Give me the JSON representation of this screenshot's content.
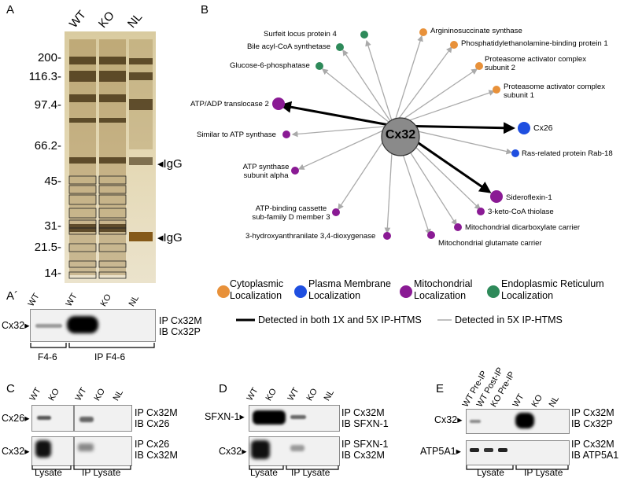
{
  "panelA": {
    "letter": "A",
    "lanes": [
      "WT",
      "KO",
      "NL"
    ],
    "mw": [
      "200-",
      "116.3-",
      "97.4-",
      "66.2-",
      "45-",
      "31-",
      "21.5-",
      "14-"
    ],
    "igg_top": "IgG",
    "igg_bottom": "IgG"
  },
  "panelA2": {
    "letter": "A´",
    "lanes": [
      "WT",
      "WT",
      "KO",
      "NL"
    ],
    "row_label": "Cx32",
    "ip_lines": [
      "IP Cx32M",
      "IB Cx32P"
    ],
    "bottom": [
      "F4-6",
      "IP F4-6"
    ]
  },
  "panelB": {
    "letter": "B",
    "center": "Cx32",
    "nodes": {
      "surfeit": "Surfeit locus protein 4",
      "bile": "Bile acyl-CoA synthetase",
      "g6p": "Glucose-6-phosphatase",
      "ant2": "ATP/ADP translocase 2",
      "simatp": "Similar to ATP synthase",
      "atpalpha1": "ATP synthase",
      "atpalpha2": "subunit alpha",
      "abc1": "ATP-binding cassette",
      "abc2": "sub-family D member 3",
      "haao": "3-hydroxyanthranilate 3,4-dioxygenase",
      "argsyn": "Argininosuccinate synthase",
      "pebp": "Phosphatidylethanolamine-binding protein 1",
      "psme2a": "Proteasome activator complex",
      "psme2b": "subunit 2",
      "psme1a": "Proteasome activator complex",
      "psme1b": "subunit 1",
      "cx26": "Cx26",
      "rab18": "Ras-related protein Rab-18",
      "sfxn1": "Sideroflexin-1",
      "thiolase": "3-keto-CoA thiolase",
      "dic": "Mitochondrial dicarboxylate carrier",
      "glu": "Mitochondrial glutamate carrier"
    },
    "legend": [
      {
        "l1": "Cytoplasmic",
        "l2": "Localization",
        "color": "#e8913a"
      },
      {
        "l1": "Plasma Membrane",
        "l2": "Localization",
        "color": "#1f4fe0"
      },
      {
        "l1": "Mitochondrial",
        "l2": "Localization",
        "color": "#8a1a94"
      },
      {
        "l1": "Endoplasmic Reticulum",
        "l2": "Localization",
        "color": "#2e8a5a"
      }
    ],
    "line_legend": [
      "Detected in both 1X and 5X IP-HTMS",
      "Detected in 5X IP-HTMS"
    ]
  },
  "panelC": {
    "letter": "C",
    "lanes": [
      "WT",
      "KO",
      "WT",
      "KO",
      "NL"
    ],
    "row1": "Cx26",
    "row2": "Cx32",
    "ip1": [
      "IP Cx32M",
      "IB Cx26"
    ],
    "ip2": [
      "IP Cx26",
      "IB Cx32M"
    ],
    "bottom": [
      "Lysate",
      "IP Lysate"
    ]
  },
  "panelD": {
    "letter": "D",
    "lanes": [
      "WT",
      "KO",
      "WT",
      "KO",
      "NL"
    ],
    "row1": "SFXN-1",
    "row2": "Cx32",
    "ip1": [
      "IP Cx32M",
      "IB SFXN-1"
    ],
    "ip2": [
      "IP SFXN-1",
      "IB Cx32M"
    ],
    "bottom": [
      "Lysate",
      "IP Lysate"
    ]
  },
  "panelE": {
    "letter": "E",
    "lanes": [
      "WT Pre-IP",
      "WT Post-IP",
      "KO Pre-IP",
      "WT",
      "KO",
      "NL"
    ],
    "row1": "Cx32",
    "row2": "ATP5A1",
    "ip1": [
      "IP Cx32M",
      "IB Cx32P"
    ],
    "ip2": [
      "IP Cx32M",
      "IB ATP5A1"
    ],
    "bottom": [
      "Lysate",
      "IP Lysate"
    ]
  }
}
